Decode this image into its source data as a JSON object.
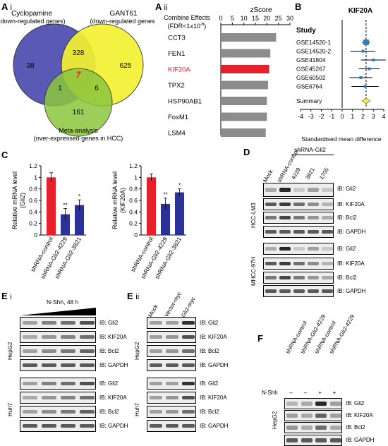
{
  "panels": {
    "a_i": {
      "label": "A",
      "sub": "i"
    },
    "a_ii": {
      "label": "A",
      "sub": "ii"
    },
    "b": {
      "label": "B"
    },
    "c": {
      "label": "C"
    },
    "d": {
      "label": "D"
    },
    "e_i": {
      "label": "E",
      "sub": "i"
    },
    "e_ii": {
      "label": "E",
      "sub": "ii"
    },
    "f": {
      "label": "F"
    }
  },
  "venn": {
    "set1_name": "Cyclopamine",
    "set1_desc": "(down-regulated genes)",
    "set2_name": "GANT61",
    "set2_desc": "(down-regulated genes)",
    "set3_name": "Meta-analysis",
    "set3_desc": "(over-expressed genes in HCC)",
    "only1": "38",
    "only2": "625",
    "only3": "161",
    "s12": "328",
    "s13": "1",
    "s23": "6",
    "s123": "7",
    "colors": {
      "set1": "#5a5ab4",
      "set2": "#f3f032",
      "set3": "#8cc63e",
      "center": "#e5202a"
    }
  },
  "zscore": {
    "title": "zScore",
    "ylabel_line1": "Combine Effects",
    "ylabel_line2": "(FDR<1x10",
    "ylabel_exp": "-6",
    "ylabel_close": ")",
    "ticks": [
      "0",
      "5",
      "10",
      "15",
      "20",
      "25",
      "30"
    ],
    "genes": [
      {
        "name": "CCT3",
        "value": 24,
        "highlight": false
      },
      {
        "name": "FEN1",
        "value": 21.5,
        "highlight": false
      },
      {
        "name": "KIF20A",
        "value": 21,
        "highlight": true
      },
      {
        "name": "TPX2",
        "value": 20.5,
        "highlight": false
      },
      {
        "name": "HSP90AB1",
        "value": 20,
        "highlight": false
      },
      {
        "name": "FoxM1",
        "value": 20,
        "highlight": false
      },
      {
        "name": "LSM4",
        "value": 19.5,
        "highlight": false
      }
    ],
    "max": 30,
    "bar_color": "#8c8c8c",
    "highlight_color": "#e5202a"
  },
  "forest": {
    "title": "KIF20A",
    "study_header": "Study",
    "xlabel": "Standardised mean difference",
    "ticks": [
      -4,
      -3,
      -2,
      -1,
      0,
      1,
      2,
      3,
      4
    ],
    "studies": [
      {
        "name": "GSE14520-1",
        "value": 2.3,
        "lo": 1.9,
        "hi": 2.7,
        "size": 4
      },
      {
        "name": "GSE14520-2",
        "value": 2.0,
        "lo": 0.8,
        "hi": 3.2,
        "size": 2
      },
      {
        "name": "GSE41804",
        "value": 3.0,
        "lo": 1.8,
        "hi": 4.2,
        "size": 2
      },
      {
        "name": "GSE45267",
        "value": 2.6,
        "lo": 1.6,
        "hi": 3.6,
        "size": 2
      },
      {
        "name": "GSE60502",
        "value": 1.8,
        "lo": 0.7,
        "hi": 2.9,
        "size": 2
      },
      {
        "name": "GSE6764",
        "value": 2.2,
        "lo": 0.9,
        "hi": 3.5,
        "size": 2
      }
    ],
    "summary_label": "Summary",
    "summary_value": 2.3,
    "summary_lo": 1.9,
    "summary_hi": 2.7,
    "dashed_x": 2.3
  },
  "chart_data": [
    {
      "type": "bar",
      "ylabel": "Relative mRNA level (Gli2)",
      "categories": [
        "shRNA-control",
        "shRNA-Gli2-4229",
        "shRNA-Gli2-3821"
      ],
      "values": [
        1.0,
        0.36,
        0.52
      ],
      "errors": [
        0.08,
        0.1,
        0.09
      ],
      "significance": [
        "",
        "**",
        "*"
      ],
      "ticks": [
        "0",
        "0.2",
        "0.4",
        "0.6",
        "0.8",
        "1",
        "1.2"
      ],
      "ylim": [
        0,
        1.2
      ],
      "colors": [
        "#e5202a",
        "#2b3296",
        "#2b3296"
      ]
    },
    {
      "type": "bar",
      "ylabel": "Relative mRNA level (KIF20A)",
      "categories": [
        "shRNA-control",
        "shRNA-Gli2-4229",
        "shRNA-Gli2-3821"
      ],
      "values": [
        1.0,
        0.54,
        0.74
      ],
      "errors": [
        0.06,
        0.1,
        0.06
      ],
      "significance": [
        "",
        "**",
        "*"
      ],
      "ticks": [
        "0",
        "0.2",
        "0.4",
        "0.6",
        "0.8",
        "1",
        "1.2"
      ],
      "ylim": [
        0,
        1.2
      ],
      "colors": [
        "#e5202a",
        "#2b3296",
        "#2b3296"
      ]
    }
  ],
  "blot_d": {
    "cols": [
      "Mock",
      "shRNA-control",
      "4229",
      "3821",
      "1705"
    ],
    "group_label": "shRNA-Gli2",
    "cells": [
      "HCC-LM3",
      "MHCC-97H"
    ],
    "rows": [
      "IB: Gli2",
      "IB: KIF20A",
      "IB: Bcl2",
      "IB: GAPDH",
      "IB: Gli2",
      "IB: KIF20A",
      "IB: Bcl2",
      "IB: GAPDH"
    ]
  },
  "blot_ei": {
    "treatment": "N-Shh, 48 h",
    "cells": [
      "HepG2",
      "Huh7"
    ],
    "rows": [
      "IB: Gli2",
      "IB: KIF20A",
      "IB: Bcl2",
      "IB: GAPDH",
      "IB: Gli2",
      "IB: KIF20A",
      "IB: Bcl2",
      "IB: GAPDH"
    ]
  },
  "blot_eii": {
    "cols": [
      "Mock",
      "Vector-myc",
      "Gli2-myc"
    ],
    "cells": [
      "HepG2",
      "Huh7"
    ],
    "rows": [
      "IB: Gli2",
      "IB: KIF20A",
      "IB: Bcl2",
      "IB: GAPDH",
      "IB: Gli2",
      "IB: KIF20A",
      "IB: Bcl2",
      "IB: GAPDH"
    ]
  },
  "blot_f": {
    "cols": [
      "shRNA-control",
      "shRNA-Gli2-4229",
      "shRNA-control",
      "shRNA-Gli2-4229"
    ],
    "treatment": "N-Shh",
    "signs": [
      "–",
      "–",
      "+",
      "+"
    ],
    "cell": "HepG2",
    "rows": [
      "IB: Gli2",
      "IB: KIF20A",
      "IB: Bcl2",
      "IB: GAPDH"
    ]
  }
}
